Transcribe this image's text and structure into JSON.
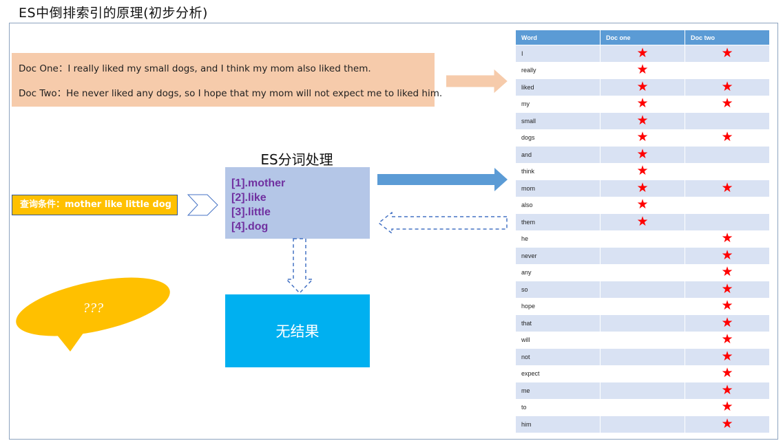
{
  "page": {
    "title": "ES中倒排索引的原理(初步分析)"
  },
  "docs": [
    "Doc One：I really liked my small dogs, and I think my mom also liked them.",
    "Doc Two：He never liked any dogs, so I hope that my mom will not expect me to liked him."
  ],
  "analysis": {
    "label": "ES分词处理",
    "tokens": [
      "[1].mother",
      "[2].like",
      "[3].little",
      "[4].dog"
    ]
  },
  "query": {
    "label": "查询条件：mother like little dog"
  },
  "result": {
    "label": "无结果"
  },
  "bubble": {
    "text": "???"
  },
  "table": {
    "headers": [
      "Word",
      "Doc one",
      "Doc two"
    ],
    "mark_symbol": "★",
    "rows": [
      {
        "word": "I",
        "doc1": true,
        "doc2": true
      },
      {
        "word": "really",
        "doc1": true,
        "doc2": false
      },
      {
        "word": "liked",
        "doc1": true,
        "doc2": true
      },
      {
        "word": "my",
        "doc1": true,
        "doc2": true
      },
      {
        "word": "small",
        "doc1": true,
        "doc2": false
      },
      {
        "word": "dogs",
        "doc1": true,
        "doc2": true
      },
      {
        "word": "and",
        "doc1": true,
        "doc2": false
      },
      {
        "word": "think",
        "doc1": true,
        "doc2": false
      },
      {
        "word": "mom",
        "doc1": true,
        "doc2": true
      },
      {
        "word": "also",
        "doc1": true,
        "doc2": false
      },
      {
        "word": "them",
        "doc1": true,
        "doc2": false
      },
      {
        "word": "he",
        "doc1": false,
        "doc2": true
      },
      {
        "word": "never",
        "doc1": false,
        "doc2": true
      },
      {
        "word": "any",
        "doc1": false,
        "doc2": true
      },
      {
        "word": "so",
        "doc1": false,
        "doc2": true
      },
      {
        "word": "hope",
        "doc1": false,
        "doc2": true
      },
      {
        "word": "that",
        "doc1": false,
        "doc2": true
      },
      {
        "word": "will",
        "doc1": false,
        "doc2": true
      },
      {
        "word": "not",
        "doc1": false,
        "doc2": true
      },
      {
        "word": "expect",
        "doc1": false,
        "doc2": true
      },
      {
        "word": "me",
        "doc1": false,
        "doc2": true
      },
      {
        "word": "to",
        "doc1": false,
        "doc2": true
      },
      {
        "word": "him",
        "doc1": false,
        "doc2": true
      }
    ]
  },
  "colors": {
    "docs_bg": "#f6cbab",
    "token_bg": "#b4c6e7",
    "token_text": "#7030a0",
    "query_bg": "#ffc000",
    "result_bg": "#00b0f0",
    "table_header": "#5b9bd5",
    "table_stripe": "#d9e2f3",
    "star": "#ff0000",
    "arrow_blue": "#5b9bd5",
    "arrow_peach": "#f6cbab"
  }
}
